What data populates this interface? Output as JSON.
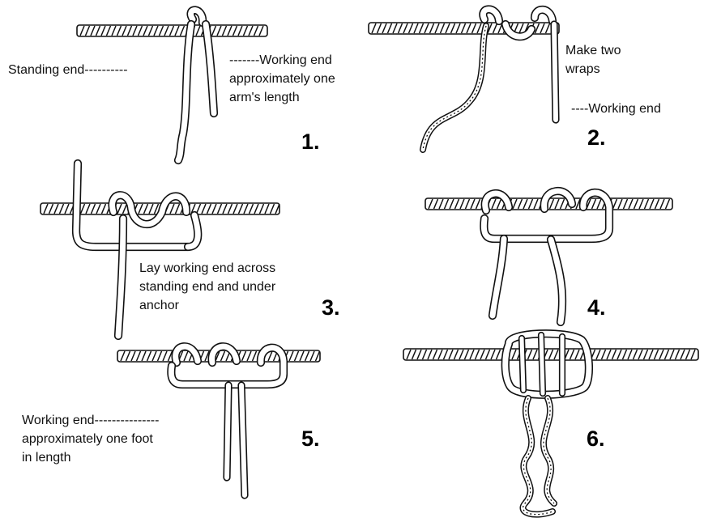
{
  "colors": {
    "ink": "#111111",
    "background": "#ffffff"
  },
  "steps": [
    {
      "number": "1.",
      "labels": [
        {
          "id": "standing",
          "lines": [
            "Standing end----------"
          ]
        },
        {
          "id": "working",
          "lines": [
            "-------Working end",
            "approximately one",
            "arm's length"
          ]
        }
      ]
    },
    {
      "number": "2.",
      "labels": [
        {
          "id": "wraps",
          "lines": [
            "Make two",
            "wraps"
          ]
        },
        {
          "id": "working",
          "lines": [
            "----Working end"
          ]
        }
      ]
    },
    {
      "number": "3.",
      "labels": [
        {
          "id": "lay",
          "lines": [
            "Lay working end across",
            "standing end and under",
            "anchor"
          ]
        }
      ]
    },
    {
      "number": "4.",
      "labels": []
    },
    {
      "number": "5.",
      "labels": [
        {
          "id": "working",
          "lines": [
            "Working end---------------",
            "approximately one foot",
            "in length"
          ]
        }
      ]
    },
    {
      "number": "6.",
      "labels": []
    }
  ]
}
